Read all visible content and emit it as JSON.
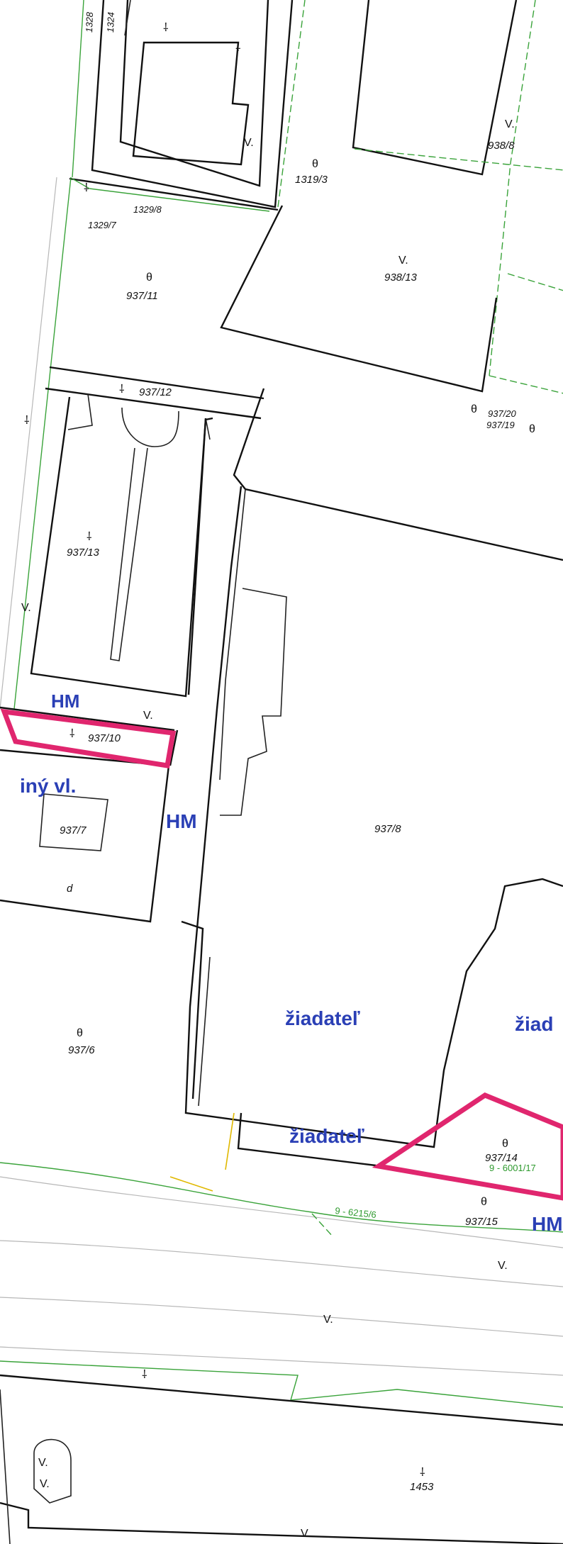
{
  "map": {
    "parcels": {
      "p1328": "1328",
      "p1324": "1324",
      "p1319_3": "1319/3",
      "p938_8": "938/8",
      "p1329_8": "1329/8",
      "p1329_7": "1329/7",
      "p937_11": "937/11",
      "p938_13": "938/13",
      "p937_12": "937/12",
      "p937_20": "937/20",
      "p937_19": "937/19",
      "p937_13": "937/13",
      "p937_10": "937/10",
      "p937_7": "937/7",
      "p937_8": "937/8",
      "p937_6": "937/6",
      "p937_14": "937/14",
      "p937_15": "937/15",
      "p1453": "1453"
    },
    "green_labels": {
      "g6001_17": "9 - 6001/17",
      "g6215_6": "9 - 6215/6"
    },
    "annotations": {
      "hm1": "HM",
      "hm2": "HM",
      "hm3": "HM",
      "iny_vl": "iný vl.",
      "ziadatel1": "žiadateľ",
      "ziadatel2": "žiadateľ",
      "ziadatel3": "žiad",
      "d": "d"
    },
    "symbols": {
      "land_use_a": "⸸",
      "land_use_v": "V.",
      "land_use_theta": "θ"
    },
    "colors": {
      "highlight": "#e0266e",
      "label": "#2a3fb5",
      "boundary": "#111111",
      "green_line": "#3aa33a"
    }
  }
}
